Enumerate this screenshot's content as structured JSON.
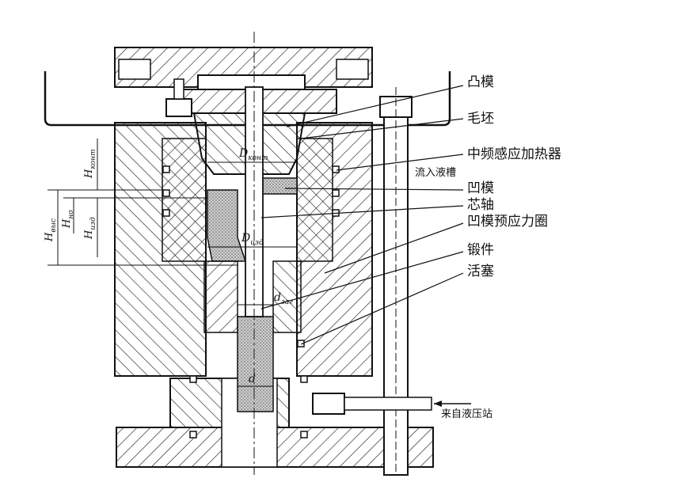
{
  "labels": {
    "punch": "凸模",
    "billet": "毛坯",
    "heater": "中频感应加热器",
    "overflow": "流入液槽",
    "die": "凹模",
    "mandrel": "芯轴",
    "prestress_ring": "凹模预应力圈",
    "forging": "锻件",
    "piston": "活塞",
    "from_press": "来自液压站"
  },
  "dims": {
    "d_kont": "D",
    "d_kont_sub": "конт",
    "d_izd": "D",
    "d_izd_sub": "изд",
    "d_zag": "d",
    "d_zag_sub": "заг",
    "d_small": "d",
    "h_kont": "H",
    "h_kont_sub": "конт",
    "h_vys": "H",
    "h_vys_sub": "выс",
    "h_no": "H",
    "h_no_sub": "но",
    "h_izd": "H",
    "h_izd_sub": "изд"
  }
}
